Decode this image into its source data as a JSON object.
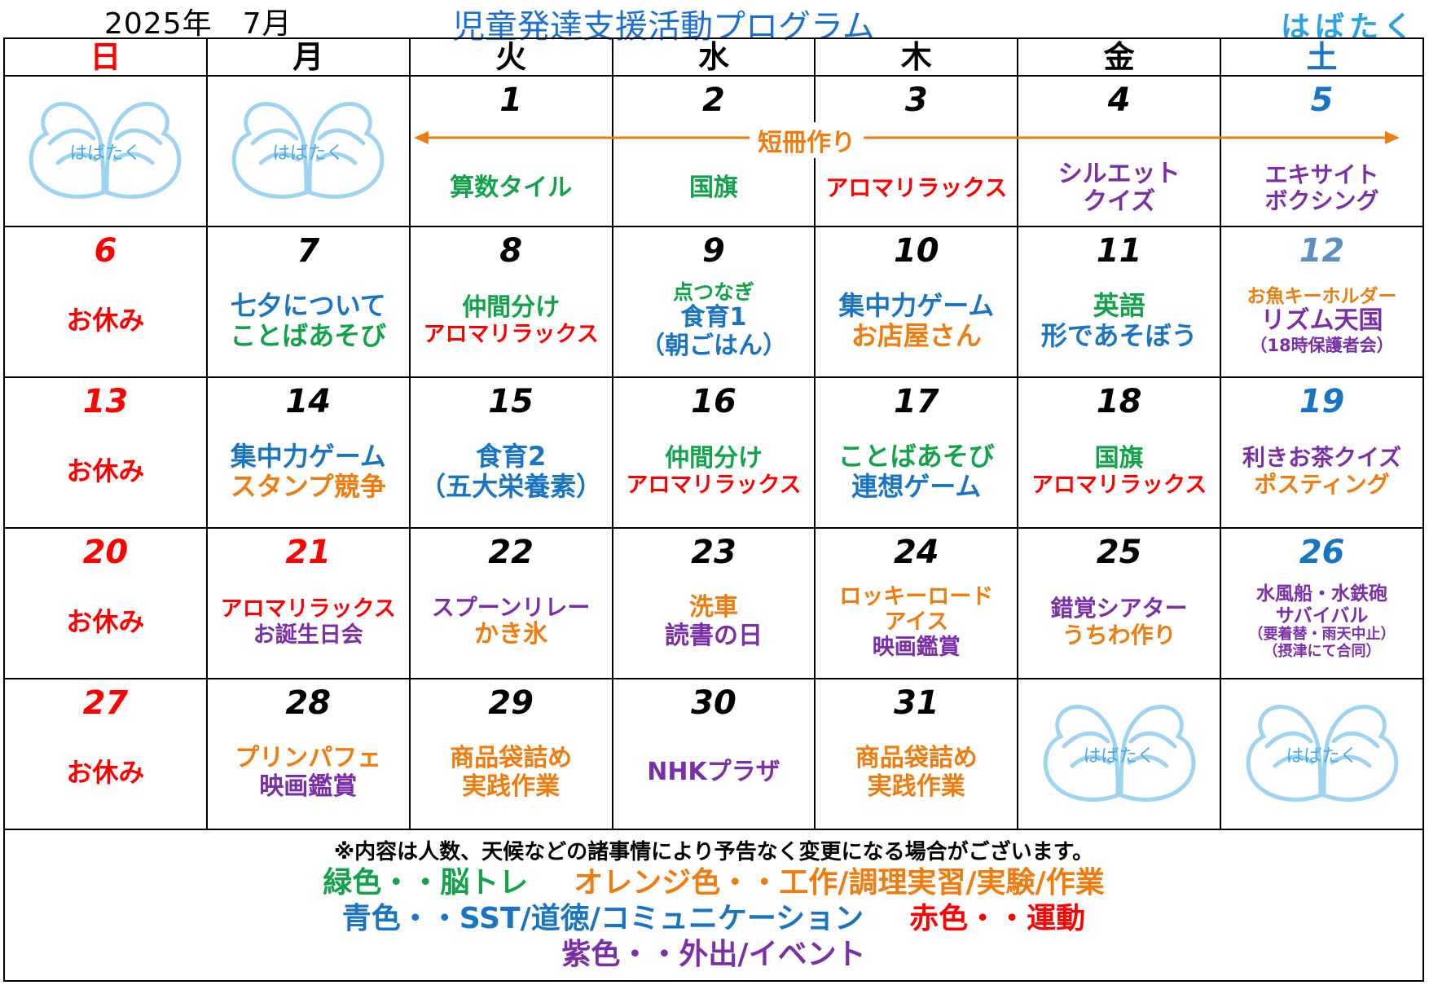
{
  "header": {
    "date": "2025年　7月",
    "title": "児童発達支援活動プログラム",
    "logo": "はばたく"
  },
  "weekdays": [
    {
      "label": "日",
      "color": "#ff0000"
    },
    {
      "label": "月",
      "color": "#000000"
    },
    {
      "label": "火",
      "color": "#000000"
    },
    {
      "label": "水",
      "color": "#000000"
    },
    {
      "label": "木",
      "color": "#000000"
    },
    {
      "label": "金",
      "color": "#000000"
    },
    {
      "label": "土",
      "color": "#1a74c4"
    }
  ],
  "butterfly_label": "はばたく",
  "span_event": {
    "label": "短冊作り",
    "color": "#f07b0f",
    "from_day": "1",
    "to_day": "5"
  },
  "weeks": [
    [
      {
        "type": "logo"
      },
      {
        "type": "logo"
      },
      {
        "day": "1",
        "day_color": "black",
        "acts": [
          {
            "t": "算数タイル",
            "c": "green",
            "s": 30
          }
        ]
      },
      {
        "day": "2",
        "day_color": "black",
        "acts": [
          {
            "t": "国旗",
            "c": "green",
            "s": 30
          }
        ]
      },
      {
        "day": "3",
        "day_color": "black",
        "acts": [
          {
            "t": "アロマリラックス",
            "c": "red",
            "s": 28
          }
        ]
      },
      {
        "day": "4",
        "day_color": "black",
        "acts": [
          {
            "t": "シルエット",
            "c": "purple",
            "s": 30
          },
          {
            "t": "クイズ",
            "c": "purple",
            "s": 30
          }
        ]
      },
      {
        "day": "5",
        "day_color": "sat",
        "acts": [
          {
            "t": "エキサイト",
            "c": "purple",
            "s": 28
          },
          {
            "t": "ボクシング",
            "c": "purple",
            "s": 28
          }
        ]
      }
    ],
    [
      {
        "day": "6",
        "day_color": "red",
        "acts": [
          {
            "t": "お休み",
            "c": "red",
            "s": 32
          }
        ]
      },
      {
        "day": "7",
        "day_color": "black",
        "acts": [
          {
            "t": "七夕について",
            "c": "blue",
            "s": 32
          },
          {
            "t": "ことばあそび",
            "c": "green",
            "s": 32
          }
        ]
      },
      {
        "day": "8",
        "day_color": "black",
        "acts": [
          {
            "t": "仲間分け",
            "c": "green",
            "s": 30
          },
          {
            "t": "アロマリラックス",
            "c": "red",
            "s": 27
          }
        ]
      },
      {
        "day": "9",
        "day_color": "black",
        "acts": [
          {
            "t": "点つなぎ",
            "c": "green",
            "s": 25
          },
          {
            "t": "食育1",
            "c": "blue",
            "s": 30
          },
          {
            "t": "（朝ごはん）",
            "c": "blue",
            "s": 30
          }
        ]
      },
      {
        "day": "10",
        "day_color": "black",
        "acts": [
          {
            "t": "集中力ゲーム",
            "c": "blue",
            "s": 32
          },
          {
            "t": "お店屋さん",
            "c": "orange",
            "s": 32
          }
        ]
      },
      {
        "day": "11",
        "day_color": "black",
        "acts": [
          {
            "t": "英語",
            "c": "green",
            "s": 32
          },
          {
            "t": "形であそぼう",
            "c": "blue",
            "s": 32
          }
        ]
      },
      {
        "day": "12",
        "day_color": "satg",
        "acts": [
          {
            "t": "お魚キーホルダー",
            "c": "orange",
            "s": 23
          },
          {
            "t": "リズム天国",
            "c": "purple",
            "s": 30
          },
          {
            "t": "（18時保護者会）",
            "c": "purple",
            "s": 21
          }
        ]
      }
    ],
    [
      {
        "day": "13",
        "day_color": "red",
        "acts": [
          {
            "t": "お休み",
            "c": "red",
            "s": 32
          }
        ]
      },
      {
        "day": "14",
        "day_color": "black",
        "acts": [
          {
            "t": "集中力ゲーム",
            "c": "blue",
            "s": 32
          },
          {
            "t": "スタンプ競争",
            "c": "orange",
            "s": 32
          }
        ]
      },
      {
        "day": "15",
        "day_color": "black",
        "acts": [
          {
            "t": "食育2",
            "c": "blue",
            "s": 32
          },
          {
            "t": "（五大栄養素）",
            "c": "blue",
            "s": 32
          }
        ]
      },
      {
        "day": "16",
        "day_color": "black",
        "acts": [
          {
            "t": "仲間分け",
            "c": "green",
            "s": 30
          },
          {
            "t": "アロマリラックス",
            "c": "red",
            "s": 27
          }
        ]
      },
      {
        "day": "17",
        "day_color": "black",
        "acts": [
          {
            "t": "ことばあそび",
            "c": "green",
            "s": 32
          },
          {
            "t": "連想ゲーム",
            "c": "blue",
            "s": 32
          }
        ]
      },
      {
        "day": "18",
        "day_color": "black",
        "acts": [
          {
            "t": "国旗",
            "c": "green",
            "s": 30
          },
          {
            "t": "アロマリラックス",
            "c": "red",
            "s": 27
          }
        ]
      },
      {
        "day": "19",
        "day_color": "sat",
        "acts": [
          {
            "t": "利きお茶クイズ",
            "c": "purple",
            "s": 28
          },
          {
            "t": "ポスティング",
            "c": "orange",
            "s": 28
          }
        ]
      }
    ],
    [
      {
        "day": "20",
        "day_color": "red",
        "acts": [
          {
            "t": "お休み",
            "c": "red",
            "s": 32
          }
        ]
      },
      {
        "day": "21",
        "day_color": "red",
        "acts": [
          {
            "t": "アロマリラックス",
            "c": "red",
            "s": 27
          },
          {
            "t": "お誕生日会",
            "c": "purple",
            "s": 27
          }
        ]
      },
      {
        "day": "22",
        "day_color": "black",
        "acts": [
          {
            "t": "スプーンリレー",
            "c": "purple",
            "s": 28
          },
          {
            "t": "かき氷",
            "c": "orange",
            "s": 30
          }
        ]
      },
      {
        "day": "23",
        "day_color": "black",
        "acts": [
          {
            "t": "洗車",
            "c": "orange",
            "s": 30
          },
          {
            "t": "読書の日",
            "c": "purple",
            "s": 30
          }
        ]
      },
      {
        "day": "24",
        "day_color": "black",
        "acts": [
          {
            "t": "ロッキーロード",
            "c": "orange",
            "s": 27
          },
          {
            "t": "アイス",
            "c": "orange",
            "s": 27
          },
          {
            "t": "映画鑑賞",
            "c": "purple",
            "s": 27
          }
        ]
      },
      {
        "day": "25",
        "day_color": "black",
        "acts": [
          {
            "t": "錯覚シアター",
            "c": "purple",
            "s": 28
          },
          {
            "t": "うちわ作り",
            "c": "orange",
            "s": 28
          }
        ]
      },
      {
        "day": "26",
        "day_color": "sat",
        "acts": [
          {
            "t": "水風船・水鉄砲",
            "c": "purple",
            "s": 23
          },
          {
            "t": "サバイバル",
            "c": "purple",
            "s": 23
          },
          {
            "t": "（要着替・雨天中止）",
            "c": "purple",
            "s": 18
          },
          {
            "t": "（摂津にて合同）",
            "c": "purple",
            "s": 18
          }
        ]
      }
    ],
    [
      {
        "day": "27",
        "day_color": "red",
        "acts": [
          {
            "t": "お休み",
            "c": "red",
            "s": 32
          }
        ]
      },
      {
        "day": "28",
        "day_color": "black",
        "acts": [
          {
            "t": "プリンパフェ",
            "c": "orange",
            "s": 30
          },
          {
            "t": "映画鑑賞",
            "c": "purple",
            "s": 30
          }
        ]
      },
      {
        "day": "29",
        "day_color": "black",
        "acts": [
          {
            "t": "商品袋詰め",
            "c": "orange",
            "s": 30
          },
          {
            "t": "実践作業",
            "c": "orange",
            "s": 30
          }
        ]
      },
      {
        "day": "30",
        "day_color": "black",
        "acts": [
          {
            "t": "NHKプラザ",
            "c": "purple",
            "s": 30
          }
        ]
      },
      {
        "day": "31",
        "day_color": "black",
        "acts": [
          {
            "t": "商品袋詰め",
            "c": "orange",
            "s": 30
          },
          {
            "t": "実践作業",
            "c": "orange",
            "s": 30
          }
        ]
      },
      {
        "type": "logo"
      },
      {
        "type": "logo"
      }
    ]
  ],
  "footer": {
    "note": "※内容は人数、天候などの諸事情により予告なく変更になる場合がございます。",
    "legend": [
      [
        {
          "t": "緑色・・脳トレ",
          "c": "green"
        },
        {
          "t": "オレンジ色・・工作/調理実習/実験/作業",
          "c": "orange"
        }
      ],
      [
        {
          "t": "青色・・SST/道徳/コミュニケーション",
          "c": "blue"
        },
        {
          "t": "赤色・・運動",
          "c": "red"
        }
      ],
      [
        {
          "t": "紫色・・外出/イベント",
          "c": "purple"
        }
      ]
    ]
  }
}
